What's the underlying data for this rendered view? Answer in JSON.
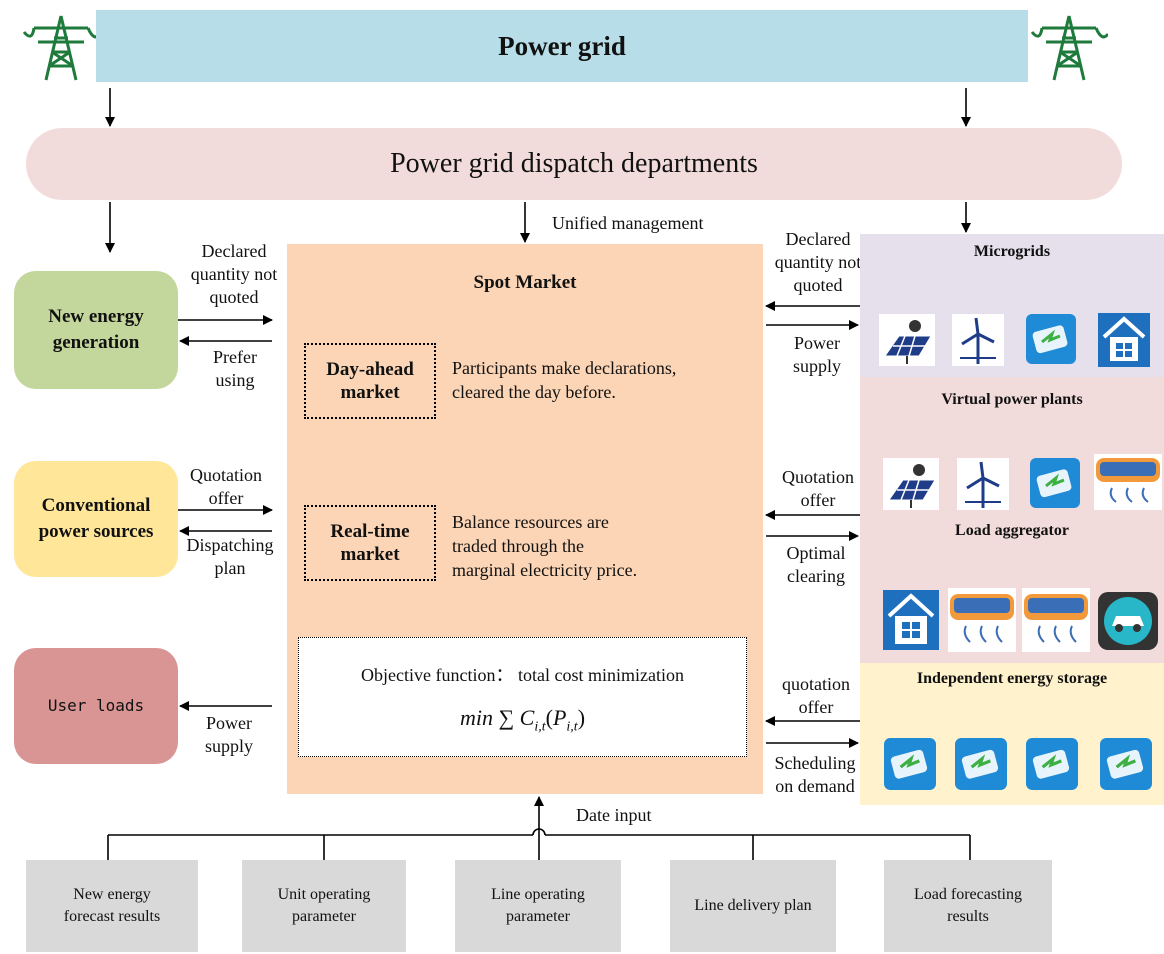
{
  "grid": {
    "title": "Power grid"
  },
  "dispatch": {
    "title": "Power grid dispatch departments"
  },
  "unified_label": "Unified management",
  "spot": {
    "title": "Spot Market",
    "dayahead": {
      "line1": "Day-ahead",
      "line2": "market",
      "desc1": "Participants make declarations,",
      "desc2": "cleared the day before."
    },
    "realtime": {
      "line1": "Real-time",
      "line2": "market",
      "desc1": "Balance resources are",
      "desc2": "traded through the",
      "desc3": "marginal electricity price."
    },
    "objective": "Objective function： total cost minimization",
    "formula": "min ∑ C_{i,t}(P_{i,t})",
    "formula_parts": {
      "min": "min",
      "sum": "∑",
      "c": "C",
      "csub": "i,t",
      "p": "P",
      "psub": "i,t"
    }
  },
  "left": {
    "new_energy": {
      "line1": "New energy",
      "line2": "generation"
    },
    "conventional": {
      "line1": "Conventional",
      "line2": "power sources"
    },
    "user_loads": "User loads"
  },
  "left_labels": {
    "declared": [
      "Declared",
      "quantity not",
      "quoted"
    ],
    "prefer": [
      "Prefer",
      "using"
    ],
    "quotation": [
      "Quotation",
      "offer"
    ],
    "dispatching": [
      "Dispatching",
      "plan"
    ],
    "power_supply": [
      "Power",
      "supply"
    ]
  },
  "right_labels": {
    "declared": [
      "Declared",
      "quantity not",
      "quoted"
    ],
    "power_supply": [
      "Power",
      "supply"
    ],
    "quotation": [
      "Quotation",
      "offer"
    ],
    "optimal": [
      "Optimal",
      "clearing"
    ],
    "quotation2": [
      "quotation",
      "offer"
    ],
    "scheduling": [
      "Scheduling",
      "on demand"
    ]
  },
  "right_groups": {
    "microgrids": "Microgrids",
    "vpp": "Virtual power plants",
    "load_agg": "Load aggregator",
    "storage": "Independent energy storage"
  },
  "date_input": "Date input",
  "inputs": [
    {
      "line1": "New energy",
      "line2": "forecast results"
    },
    {
      "line1": "Unit operating",
      "line2": "parameter"
    },
    {
      "line1": "Line operating",
      "line2": "parameter"
    },
    {
      "line1": "Line delivery plan",
      "line2": ""
    },
    {
      "line1": "Load forecasting",
      "line2": "results"
    }
  ],
  "colors": {
    "grid_bar": "#b7dde8",
    "dispatch": "#f2dcdb",
    "spot": "#fbd5b5",
    "new_energy": "#c3d69b",
    "conventional": "#ffe699",
    "user_loads": "#d99594",
    "flow_arrow_red": "#c00000",
    "tower_green": "#1e7b3c"
  },
  "icons": [
    "power-tower-icon",
    "solar-panel-icon",
    "wind-turbine-icon",
    "battery-icon",
    "house-icon",
    "air-conditioner-icon",
    "electric-car-icon"
  ]
}
